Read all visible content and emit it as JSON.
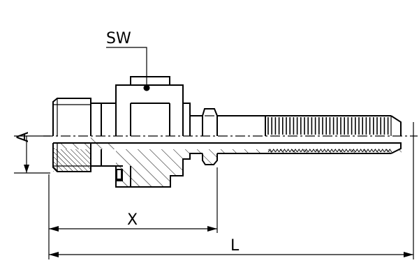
{
  "labels": {
    "wrench_size": "SW",
    "diameter": "A",
    "length_x": "X",
    "length_l": "L"
  },
  "colors": {
    "line": "#000000",
    "background": "#ffffff"
  }
}
